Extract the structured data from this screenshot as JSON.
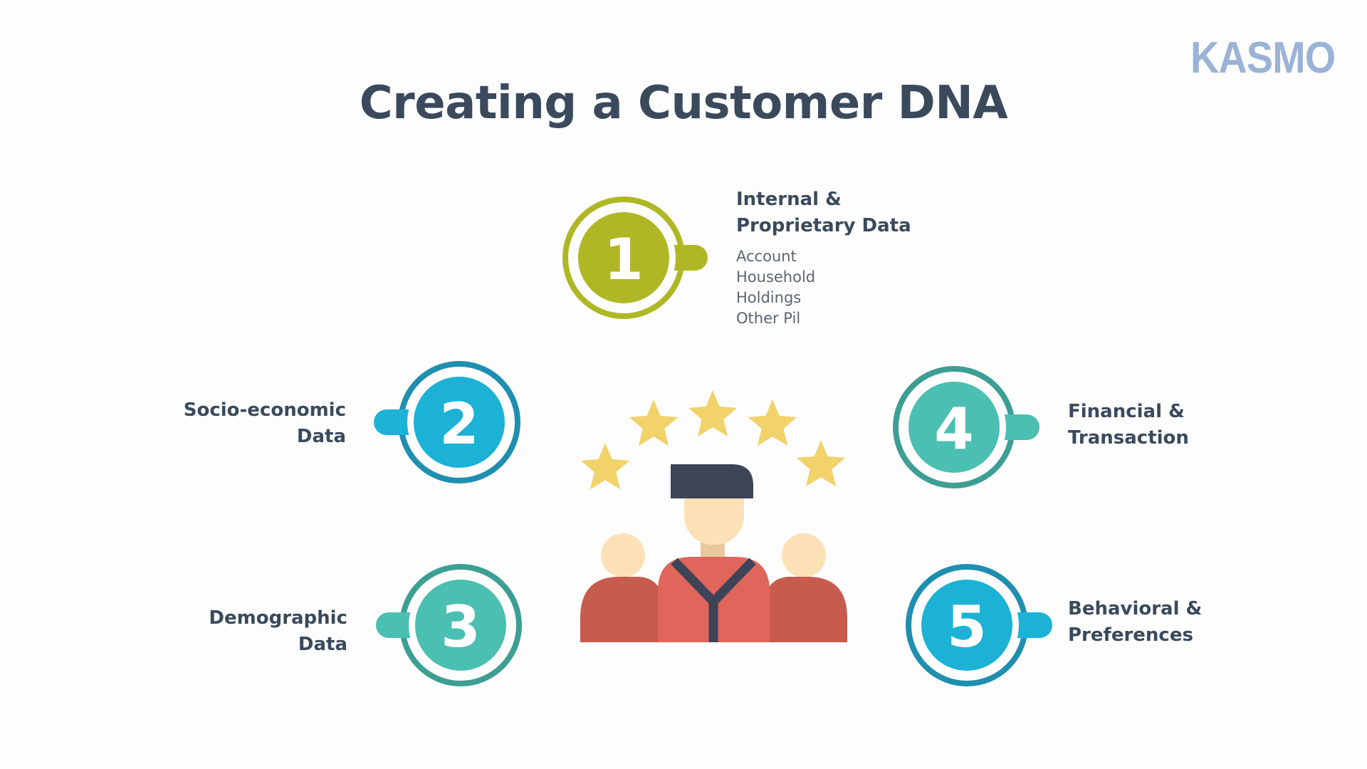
{
  "colors": {
    "title": "#3a4a5c",
    "brand": "#9ab3d6",
    "text": "#3a4a5c",
    "subtext": "#5b6670",
    "olive": "#b0b724",
    "blue": "#1bb2d6",
    "blue_ring": "#1f8fb0",
    "teal": "#4bbfb1",
    "teal_ring": "#3d9e94",
    "star": "#f2d26b",
    "hair": "#3d4457",
    "skin": "#fde1b6",
    "neck": "#e8c99d",
    "shirt_main": "#e0655a",
    "shirt_side": "#c65b4e"
  },
  "brand": "KASMO",
  "title": "Creating a Customer DNA",
  "steps": [
    {
      "number": "1",
      "title_lines": [
        "Internal &",
        "Proprietary Data"
      ],
      "items": [
        "Account",
        "Household",
        "Holdings",
        "Other Pil"
      ]
    },
    {
      "number": "2",
      "title_lines": [
        "Socio-economic",
        "Data"
      ]
    },
    {
      "number": "3",
      "title_lines": [
        "Demographic",
        "Data"
      ]
    },
    {
      "number": "4",
      "title_lines": [
        "Financial &",
        "Transaction"
      ]
    },
    {
      "number": "5",
      "title_lines": [
        "Behavioral &",
        "Preferences"
      ]
    }
  ],
  "icons": {
    "center": "customer-group-icon",
    "rating": "star-icon"
  }
}
